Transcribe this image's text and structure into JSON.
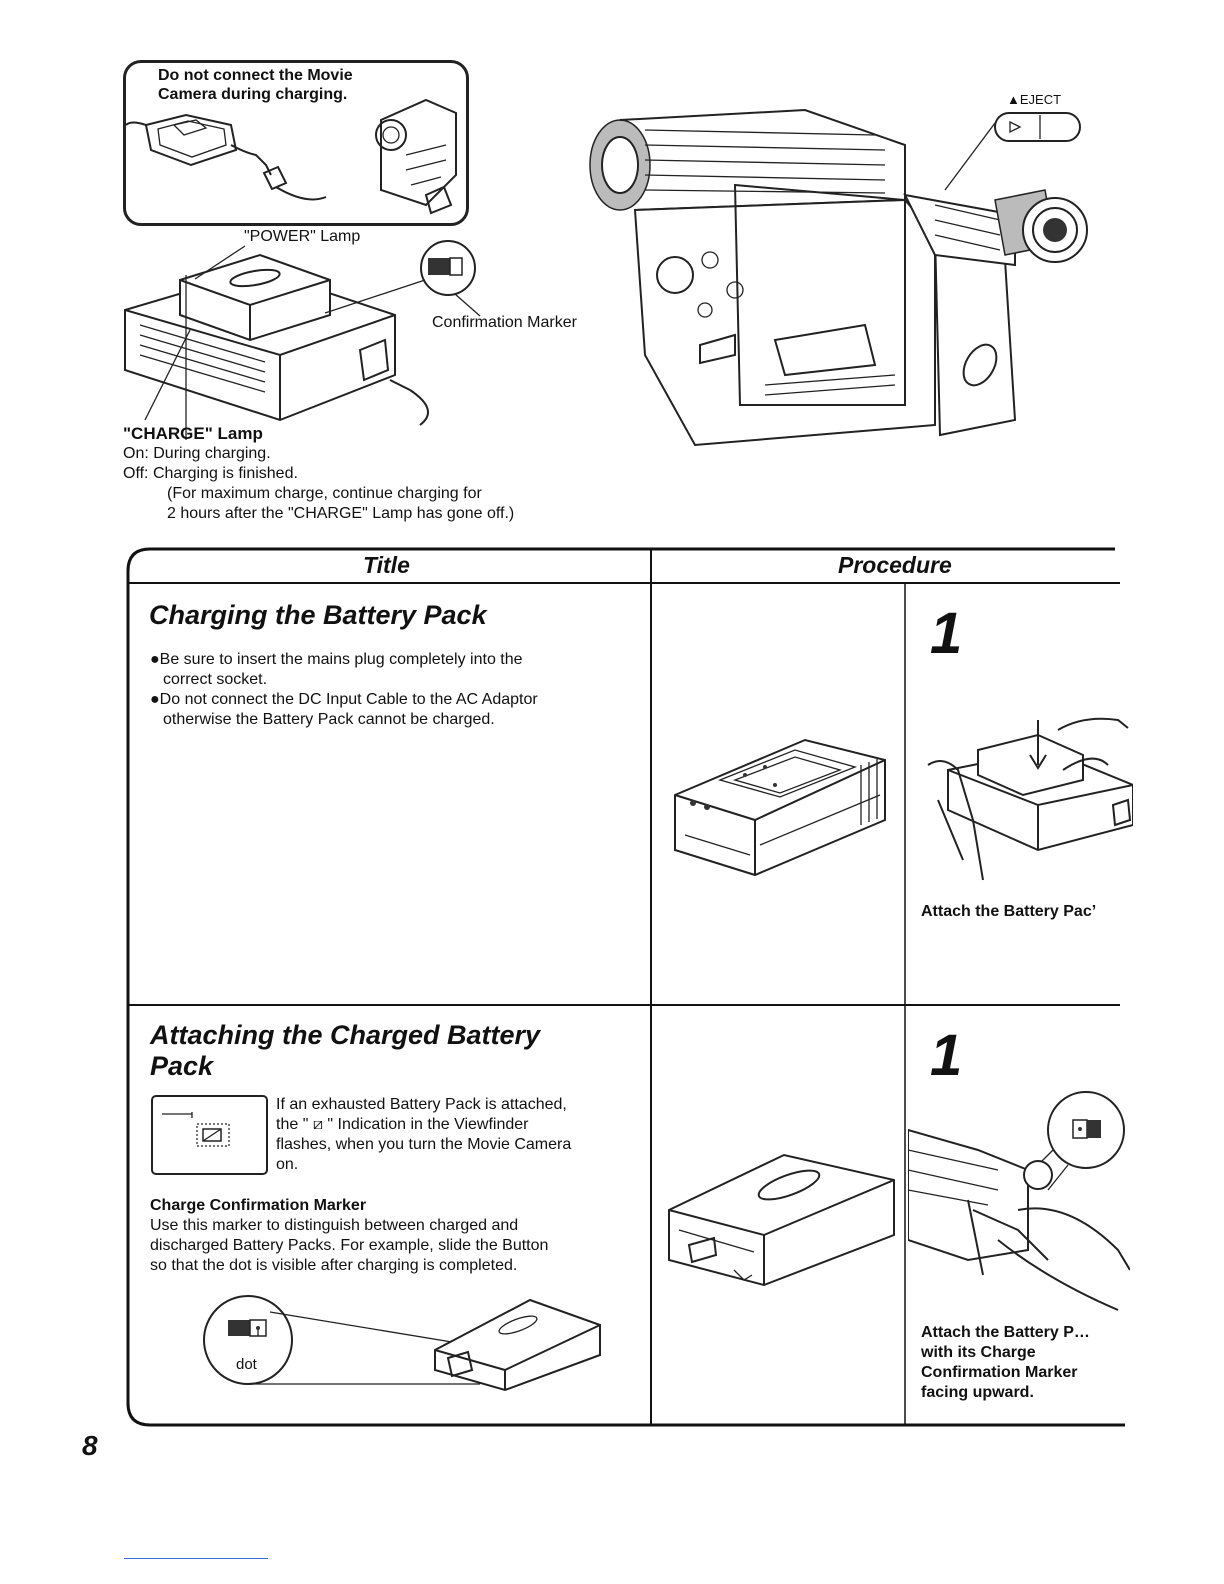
{
  "top_illustration": {
    "warning_lines": [
      "Do not connect the Movie",
      "Camera during charging."
    ],
    "power_lamp_label": "\"POWER\" Lamp",
    "confirmation_marker_label": "Confirmation Marker",
    "eject_label": "▲EJECT",
    "charge_lamp_title": "\"CHARGE\" Lamp",
    "charge_lamp_on": "On:  During charging.",
    "charge_lamp_off": "Off:  Charging is finished.",
    "charge_note_1": "(For maximum charge, continue charging for",
    "charge_note_2": "2 hours after the \"CHARGE\" Lamp has gone off.)"
  },
  "table": {
    "header_title": "Title",
    "header_procedure": "Procedure",
    "section1": {
      "title": "Charging the Battery Pack",
      "bullet1_line1": "●Be sure to insert the mains plug completely into the",
      "bullet1_line2": "correct socket.",
      "bullet2_line1": "●Do not connect the DC Input Cable to the AC Adaptor",
      "bullet2_line2": "otherwise the Battery Pack cannot be charged.",
      "step_number": "1",
      "step_caption": "Attach the Battery Pacʼ"
    },
    "section2": {
      "title_line1": "Attaching the Charged Battery",
      "title_line2": "Pack",
      "note_line1": "If an exhausted Battery Pack is attached,",
      "note_line2": "the \"  ⧄  \" Indication in the Viewfinder",
      "note_line3": "flashes, when you turn the Movie Camera",
      "note_line4": "on.",
      "marker_heading": "Charge Confirmation Marker",
      "marker_line1": "Use this marker to distinguish between charged and",
      "marker_line2": "discharged Battery Packs. For example, slide the Button",
      "marker_line3": "so that the dot is visible after charging is completed.",
      "dot_label": "dot",
      "step_number": "1",
      "step_caption_1": "Attach the Battery P…",
      "step_caption_2": "with its Charge",
      "step_caption_3": "Confirmation Marker",
      "step_caption_4": "facing upward."
    }
  },
  "page_number": "8"
}
